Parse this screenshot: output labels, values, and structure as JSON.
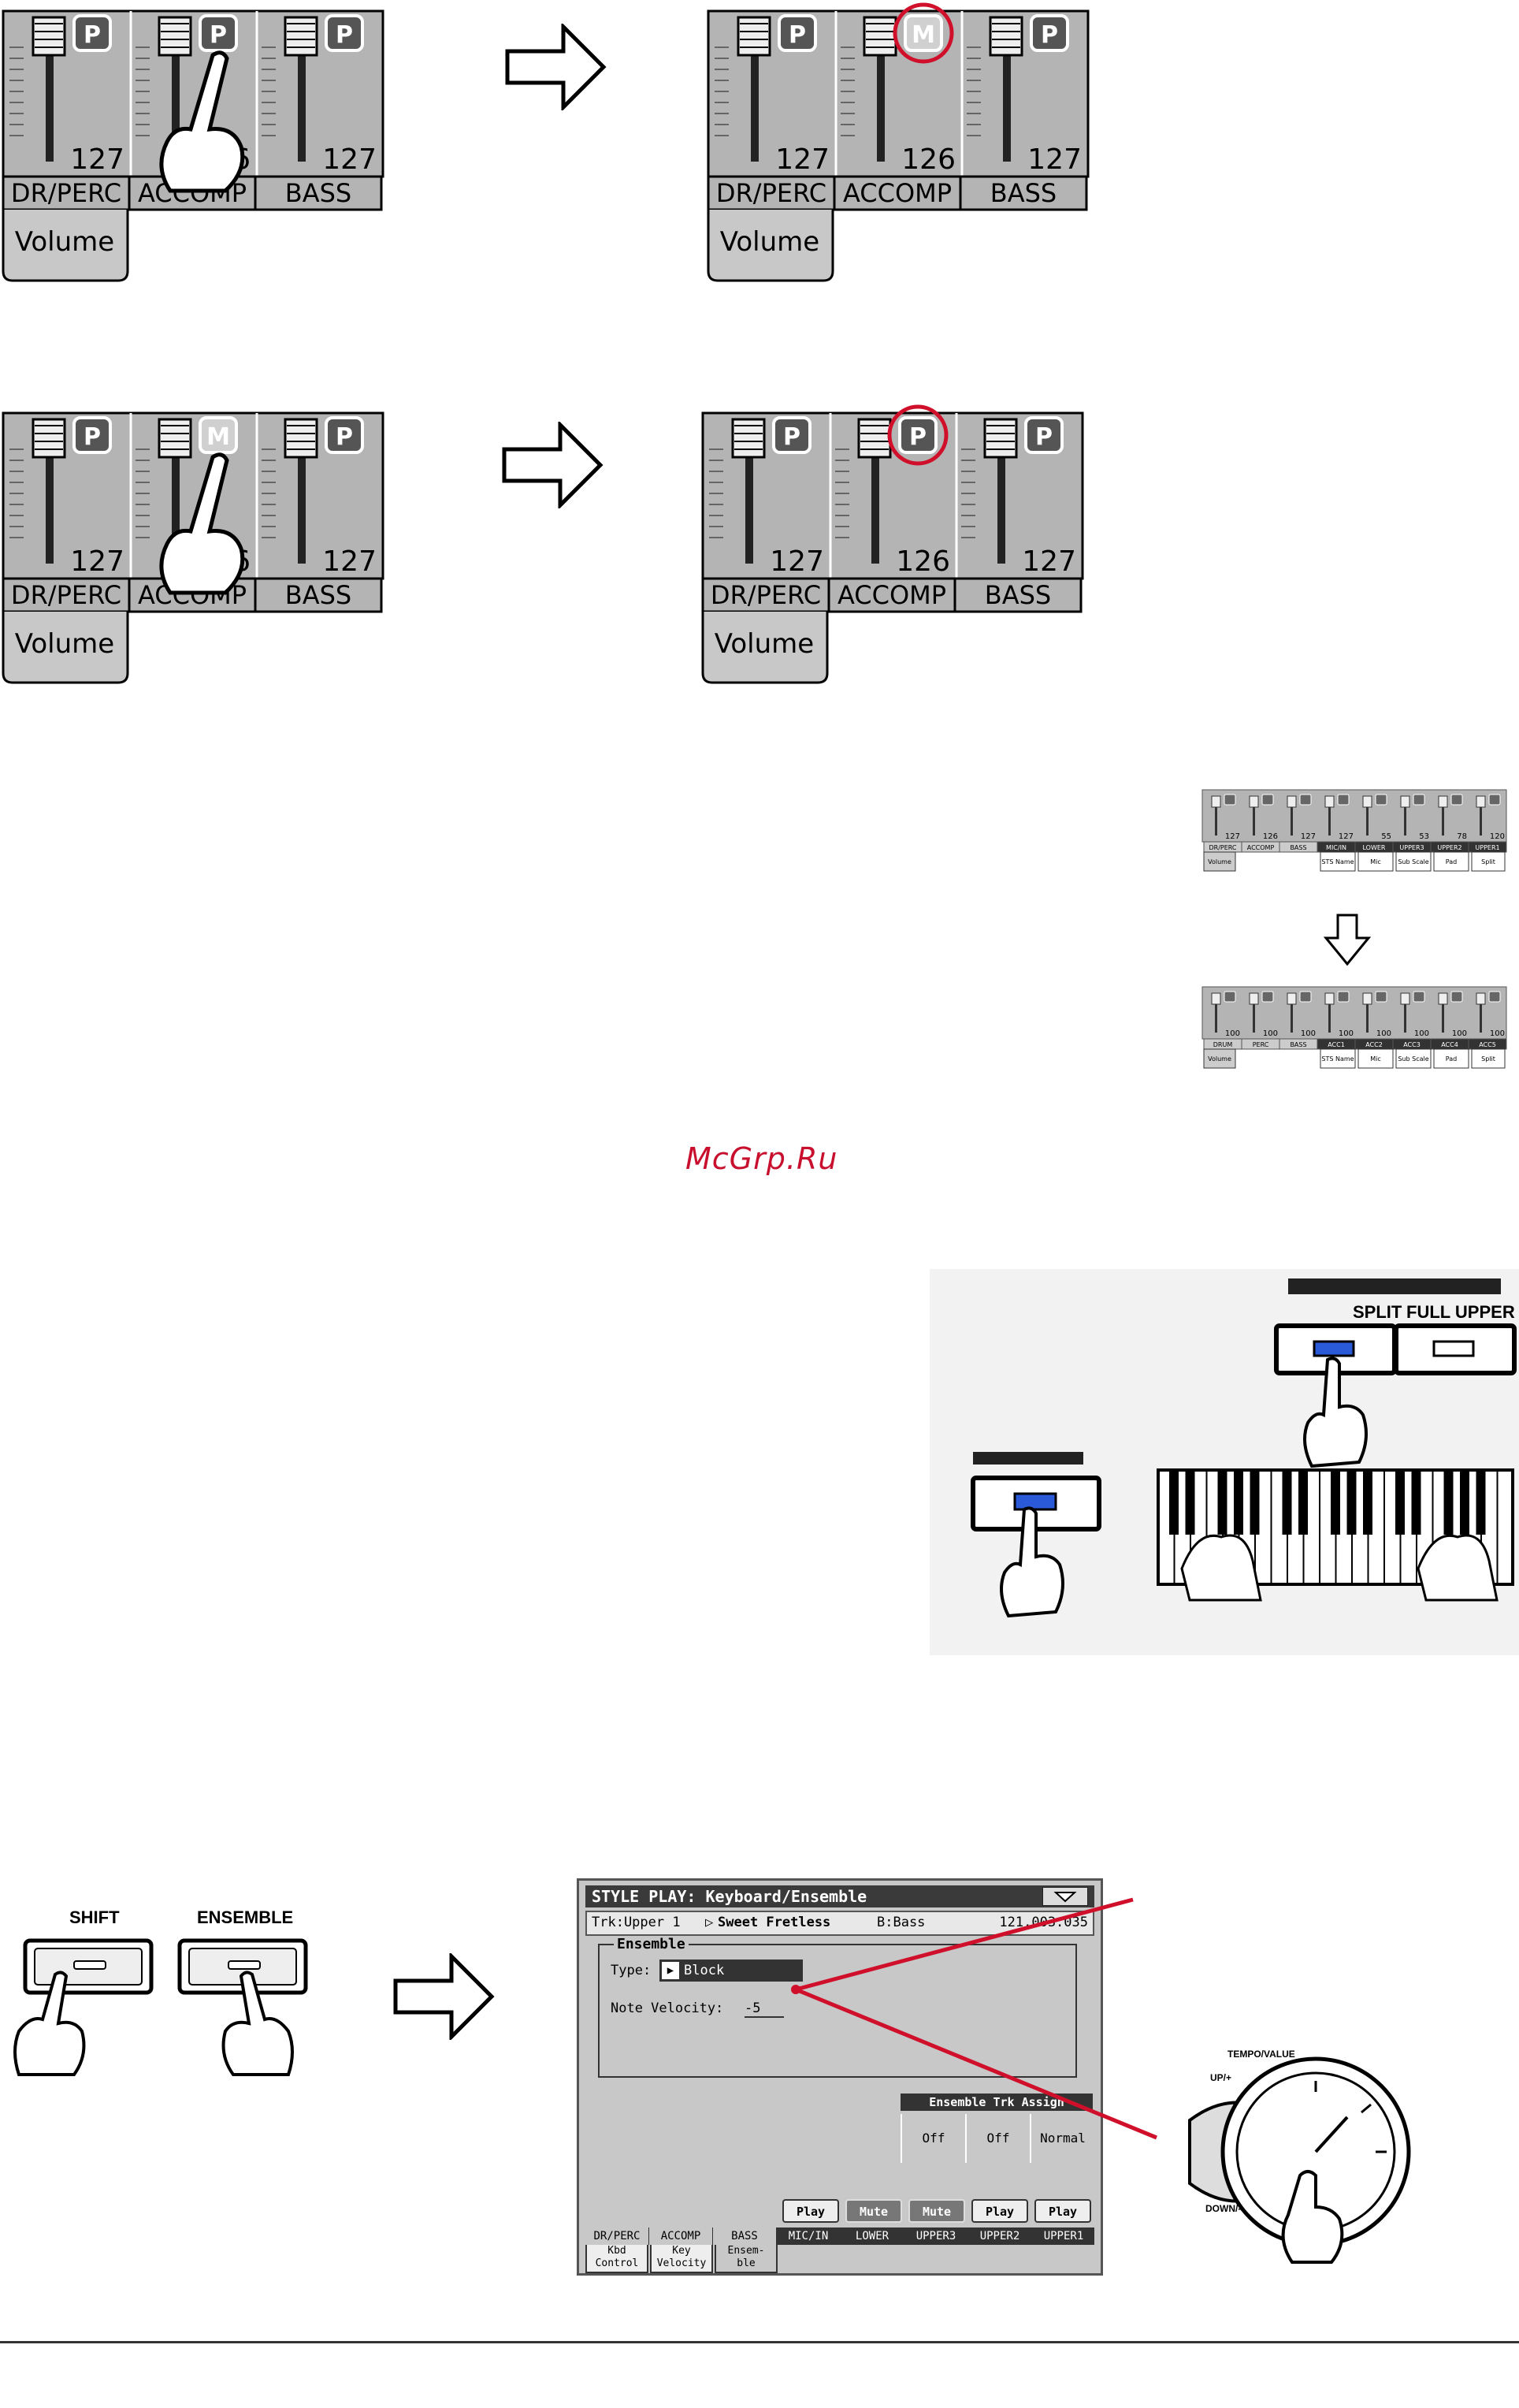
{
  "mixers": {
    "badge_p": "P",
    "badge_m": "M",
    "values": [
      "127",
      "126",
      "127"
    ],
    "tracks": [
      "DR/PERC",
      "ACCOMP",
      "BASS"
    ],
    "tab": "Volume"
  },
  "small_mixers": {
    "top": {
      "values": [
        "127",
        "126",
        "127",
        "127",
        "55",
        "53",
        "78",
        "120"
      ],
      "tracks": [
        "DR/PERC",
        "ACCOMP",
        "BASS",
        "MIC/IN",
        "LOWER",
        "UPPER3",
        "UPPER2",
        "UPPER1"
      ],
      "tabs": [
        "Volume",
        "STS Name",
        "Mic",
        "Sub Scale",
        "Pad",
        "Split"
      ]
    },
    "bottom": {
      "values": [
        "100",
        "100",
        "100",
        "100",
        "100",
        "100",
        "100",
        "100"
      ],
      "tracks": [
        "DRUM",
        "PERC",
        "BASS",
        "ACC1",
        "ACC2",
        "ACC3",
        "ACC4",
        "ACC5"
      ],
      "tabs": [
        "Volume",
        "STS Name",
        "Mic",
        "Sub Scale",
        "Pad",
        "Split"
      ]
    }
  },
  "watermark": "McGrp.Ru",
  "keyboard_mode": {
    "split_label": "SPLIT",
    "full_upper_label": "FULL UPPER"
  },
  "buttons": {
    "shift": "SHIFT",
    "ensemble": "ENSEMBLE"
  },
  "lcd": {
    "title": "STYLE PLAY: Keyboard/Ensemble",
    "trk": "Trk:Upper 1",
    "sound": "Sweet Fretless",
    "bank": "B:Bass",
    "num": "121.003.035",
    "ensemble_title": "Ensemble",
    "type_label": "Type:",
    "type_value": "Block",
    "velocity_label": "Note Velocity:",
    "velocity_value": "-5",
    "assign_title": "Ensemble Trk Assign",
    "assign_values": [
      "Off",
      "Off",
      "Normal"
    ],
    "play_buttons": [
      "Play",
      "Mute",
      "Mute",
      "Play",
      "Play"
    ],
    "tracks": [
      "DR/PERC",
      "ACCOMP",
      "BASS",
      "MIC/IN",
      "LOWER",
      "UPPER3",
      "UPPER2",
      "UPPER1"
    ],
    "tabs": [
      "Kbd Control",
      "Key Velocity",
      "Ensem- ble"
    ]
  },
  "dial": {
    "label_top": "TEMPO/VALUE",
    "label_up": "UP/+",
    "label_down": "DOWN/-"
  },
  "colors": {
    "highlight_red": "#d0102a",
    "lcd_bg": "#c8c8c8",
    "panel_gray": "#b4b4b4"
  }
}
